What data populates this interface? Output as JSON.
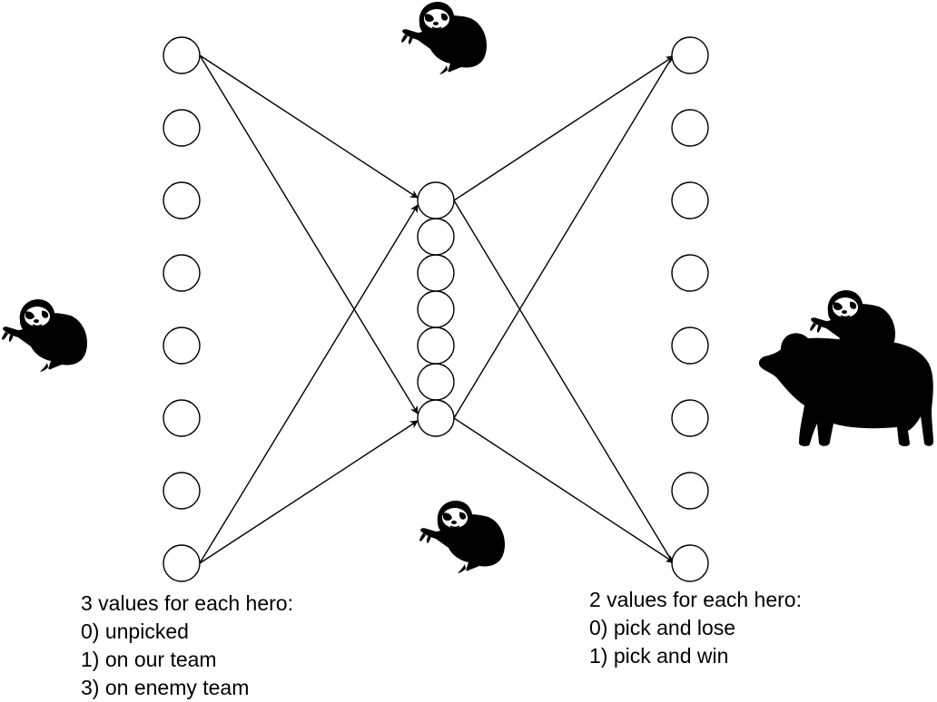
{
  "colors": {
    "stroke": "#000000",
    "fill": "#ffffff",
    "silhouette": "#000000"
  },
  "layers": {
    "input_node_count": 8,
    "hidden_node_count": 7,
    "output_node_count": 8
  },
  "icons": [
    "sloth-icon",
    "sloth-riding-bear-icon"
  ],
  "input_note": {
    "heading": "3 values for each hero:",
    "items": [
      "0) unpicked",
      "1) on our team",
      "3) on enemy team"
    ]
  },
  "output_note": {
    "heading": "2 values for each hero:",
    "items": [
      "0) pick and lose",
      "1) pick and win"
    ]
  }
}
